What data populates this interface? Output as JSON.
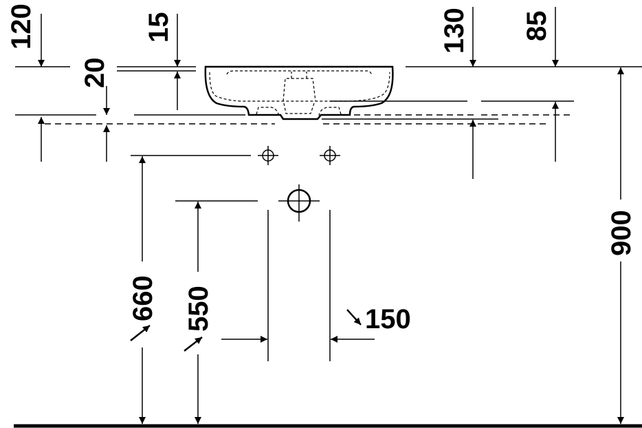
{
  "drawing": {
    "dimensions": {
      "d120": "120",
      "d15": "15",
      "d20": "20",
      "d130": "130",
      "d85": "85",
      "d900": "900",
      "d660": "660",
      "d550": "550",
      "d150": "150"
    },
    "line_color": "#000000",
    "background": "#ffffff"
  }
}
